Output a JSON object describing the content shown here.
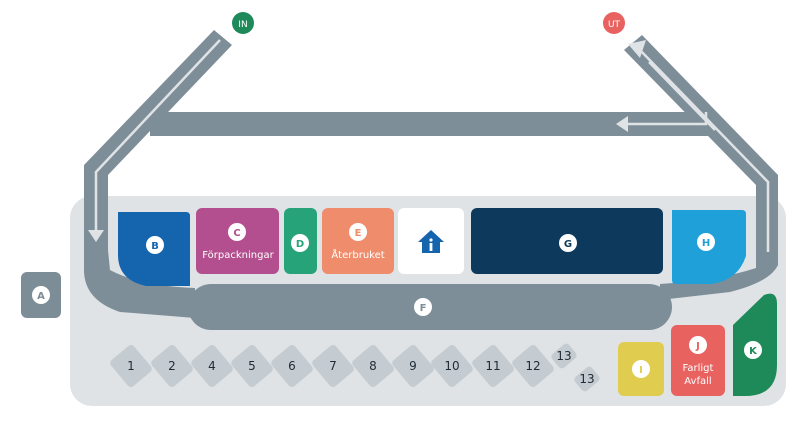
{
  "entrance": {
    "label": "IN",
    "color": "#1e8a5a"
  },
  "exit": {
    "label": "UT",
    "color": "#e8625f"
  },
  "zones": {
    "a": {
      "letter": "A",
      "color": "#7d8d97"
    },
    "b": {
      "letter": "B",
      "color": "#1465ae"
    },
    "c": {
      "letter": "C",
      "name": "Förpackningar",
      "color": "#b34f8e"
    },
    "d": {
      "letter": "D",
      "color": "#27a37a"
    },
    "e": {
      "letter": "E",
      "name": "Återbruket",
      "color": "#ef8c6c"
    },
    "info": {
      "icon": "info-house-icon",
      "color": "#1465ae"
    },
    "f": {
      "letter": "F"
    },
    "g": {
      "letter": "G",
      "color": "#0d3a5c"
    },
    "h": {
      "letter": "H",
      "color": "#1fa0d8"
    },
    "i": {
      "letter": "I",
      "color": "#e0cd50"
    },
    "j": {
      "letter": "J",
      "name_line1": "Farligt",
      "name_line2": "Avfall",
      "color": "#e8625f"
    },
    "k": {
      "letter": "K",
      "color": "#1e8a5a"
    }
  },
  "slots": [
    "1",
    "2",
    "4",
    "5",
    "6",
    "7",
    "8",
    "9",
    "10",
    "11",
    "12",
    "13",
    "13"
  ],
  "colors": {
    "road": "#7e8e98",
    "ground": "#dfe3e6",
    "slot": "#c5ccd1"
  }
}
